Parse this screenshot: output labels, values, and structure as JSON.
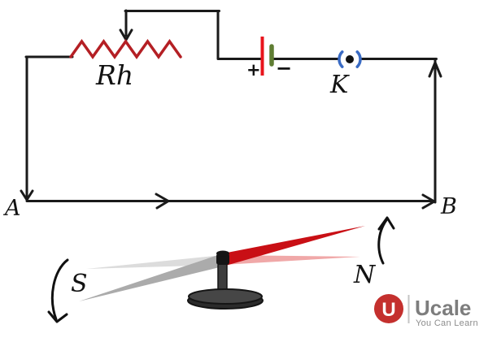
{
  "circuit": {
    "rheostat_label": "Rh",
    "battery": {
      "plus_label": "+",
      "minus_label": "−"
    },
    "key_label": "K",
    "terminal_a_label": "A",
    "terminal_b_label": "B"
  },
  "compass": {
    "south_label": "S",
    "north_label": "N"
  },
  "colors": {
    "wire": "#1a1a1a",
    "rheostat": "#b41f24",
    "battery_positive": "#e8141c",
    "battery_negative": "#5f7d33",
    "key_ring": "#3a6bc4",
    "needle_north": "#c90f15",
    "needle_north_faded": "#f0a8a8",
    "needle_south": "#ababab",
    "needle_south_faded": "#dcdcdc",
    "stand": "#3d3d3d",
    "logo_badge": "#c4302e",
    "logo_name": "#7d7d7d",
    "logo_tagline": "#8d8d8d"
  },
  "logo": {
    "initial": "U",
    "name": "Ucale",
    "tagline": "You Can Learn"
  }
}
